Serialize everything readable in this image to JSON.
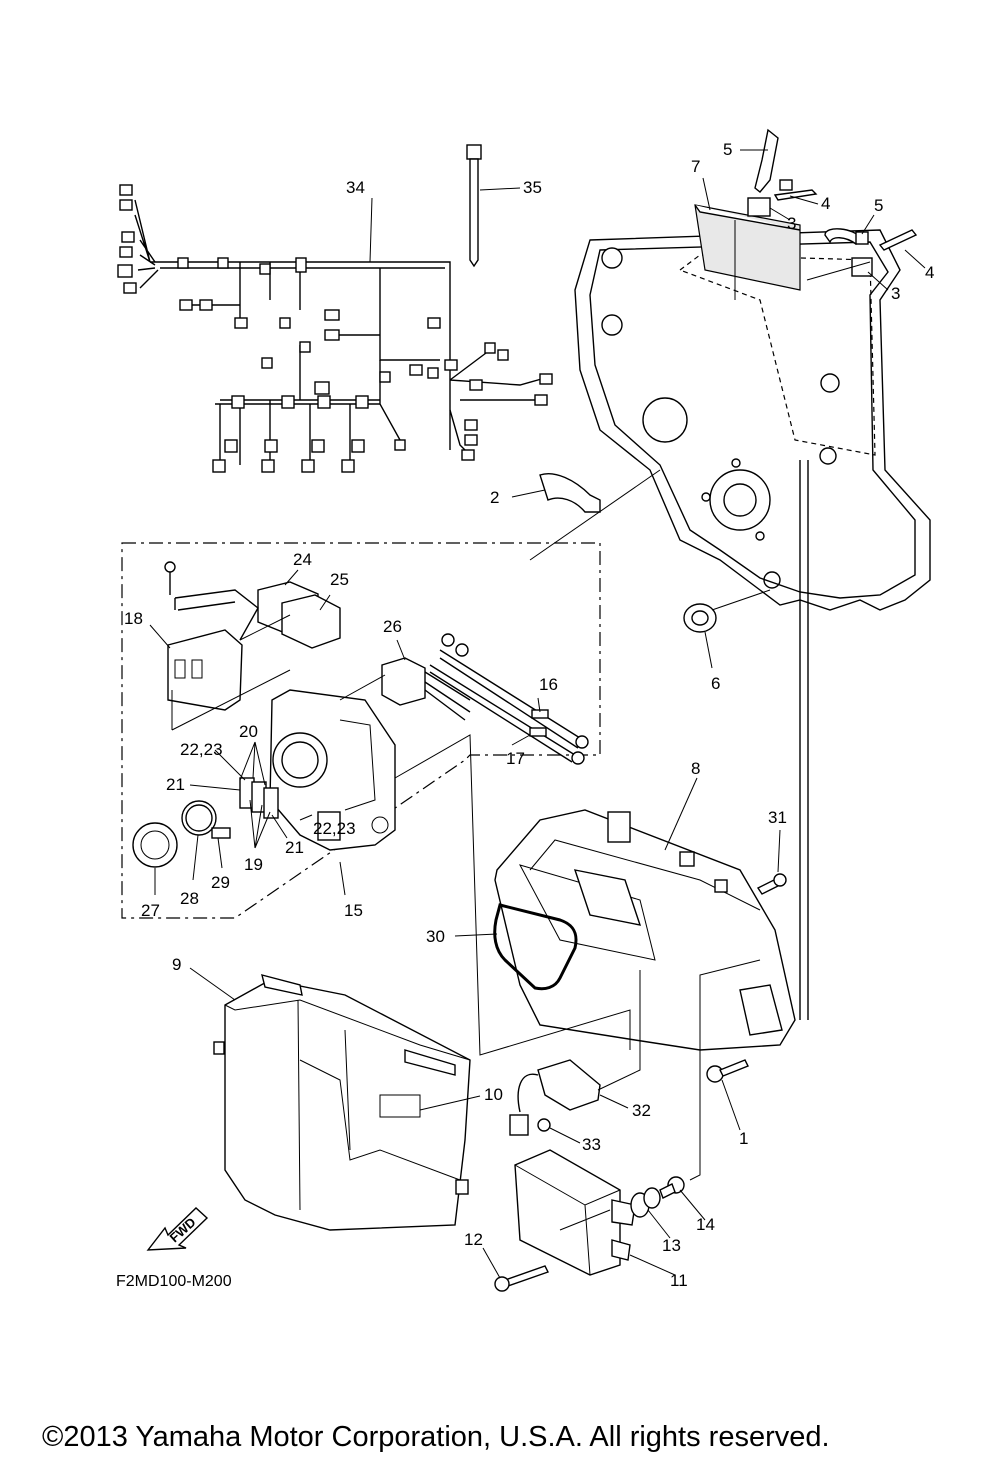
{
  "diagram_code": "F2MD100-M200",
  "copyright": "©2013 Yamaha Motor Corporation, U.S.A. All rights reserved.",
  "direction_label": "FWD",
  "callouts": {
    "c1": "1",
    "c2": "2",
    "c3a": "3",
    "c3b": "3",
    "c4a": "4",
    "c4b": "4",
    "c5a": "5",
    "c5b": "5",
    "c6": "6",
    "c7": "7",
    "c8": "8",
    "c9": "9",
    "c10": "10",
    "c11": "11",
    "c12": "12",
    "c13": "13",
    "c14": "14",
    "c15": "15",
    "c16": "16",
    "c17": "17",
    "c18": "18",
    "c19": "19",
    "c20": "20",
    "c21a": "21",
    "c21b": "21",
    "c2223a": "22,23",
    "c2223b": "22,23",
    "c24": "24",
    "c25": "25",
    "c26": "26",
    "c27": "27",
    "c28": "28",
    "c29": "29",
    "c30": "30",
    "c31": "31",
    "c32": "32",
    "c33": "33",
    "c34": "34",
    "c35": "35"
  }
}
